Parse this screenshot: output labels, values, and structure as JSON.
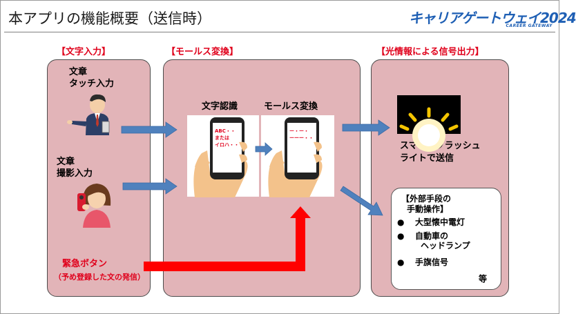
{
  "slide": {
    "title": "本アプリの機能概要（送信時）",
    "logo": {
      "main": "キャリアゲートウェイ",
      "year": "2024",
      "sub": "CAREER GATEWAY"
    }
  },
  "sections": {
    "input_label": "【文字入力】",
    "morse_label": "【モールス変換】",
    "output_label": "【光情報による信号出力】"
  },
  "left_panel": {
    "touch_input": [
      "文章",
      "タッチ入力"
    ],
    "photo_input": [
      "文章",
      "撮影入力"
    ],
    "emergency_button": "緊急ボタン",
    "emergency_note": "（予め登録した文の発信）"
  },
  "mid_panel": {
    "recognition_label": "文字認識",
    "conversion_label": "モールス変換",
    "phone1_lines": [
      "ABC・・",
      "または",
      "イロハ・・"
    ],
    "phone2_lines": [
      "ー・ー・",
      "ーーー・・"
    ]
  },
  "right_panel": {
    "flash_caption": [
      "スマホのフラッシュ",
      "ライトで送信"
    ],
    "external_title": [
      "【外部手段の",
      "手動操作】"
    ],
    "external_items": [
      {
        "bullet": "●",
        "lines": [
          "大型懐中電灯"
        ]
      },
      {
        "bullet": "●",
        "lines": [
          "自動車の",
          "ヘッドランプ"
        ]
      },
      {
        "bullet": "●",
        "lines": [
          "手旗信号"
        ]
      }
    ],
    "external_etc": "等"
  },
  "colors": {
    "panel_fill": "#e2b4b8",
    "label_red": "#e0001b",
    "arrow_blue": "#4f81bd",
    "arrow_red": "#ff0000",
    "logo_blue": "#1e5fb4"
  }
}
